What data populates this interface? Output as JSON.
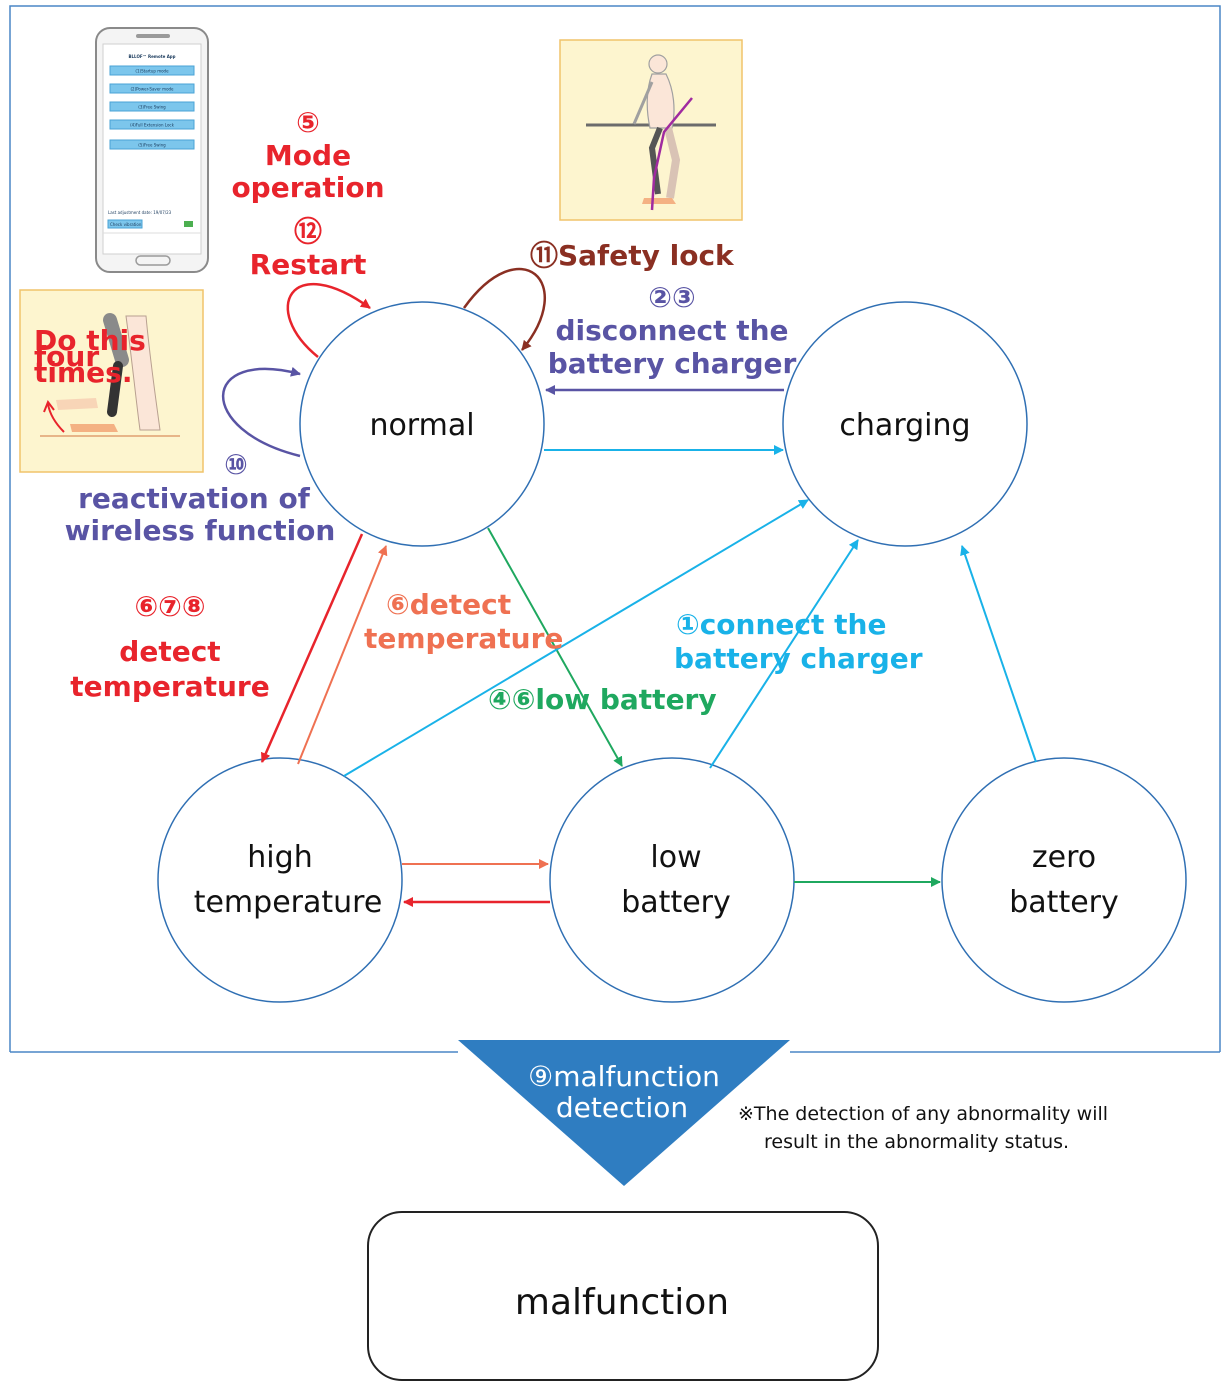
{
  "colors": {
    "frame": "#4a86c5",
    "node_stroke": "#2f6fb3",
    "red": "#e8242c",
    "orange_red": "#ef7152",
    "green": "#1fa85f",
    "cyan": "#19b2e8",
    "purple": "#5954a4",
    "brown": "#8a2f22",
    "triangle": "#2f7dc1"
  },
  "states": {
    "normal": "normal",
    "charging": "charging",
    "high_temperature": [
      "high",
      "temperature"
    ],
    "low_battery": [
      "low",
      "battery"
    ],
    "zero_battery": [
      "zero",
      "battery"
    ],
    "malfunction": "malfunction"
  },
  "labels": {
    "mode_operation": [
      "⑤",
      "Mode",
      "operation"
    ],
    "restart": [
      "⑫",
      "Restart"
    ],
    "safety_lock": "⑪Safety lock",
    "disconnect": [
      "②③",
      "disconnect the",
      "battery charger"
    ],
    "reactivation": [
      "⑩",
      "reactivation of",
      "wireless function"
    ],
    "detect_temp_red": [
      "⑥⑦⑧",
      "detect",
      "temperature"
    ],
    "detect_temp_orange": [
      "⑥detect",
      "temperature"
    ],
    "connect": [
      "①connect the",
      "battery charger"
    ],
    "low_battery_edge": "④⑥low battery",
    "malfunction_detection": [
      "⑨malfunction",
      "detection"
    ]
  },
  "note": [
    "※The detection of any abnormality will",
    "result in the abnormality status."
  ],
  "illustrations": {
    "phone_app": {
      "title": "BLLOF™ Remote App",
      "buttons": [
        "(1)Startup mode",
        "(2)Power-Saver mode",
        "(3)Free Swing",
        "(4)Full Extension Lock",
        "(5)Free Swing"
      ],
      "footer": "Last adjustment date: 19/07/23",
      "check_label": "Check vibration"
    },
    "knee_flex": {
      "caption": [
        "Do this",
        "four",
        "times."
      ]
    }
  }
}
